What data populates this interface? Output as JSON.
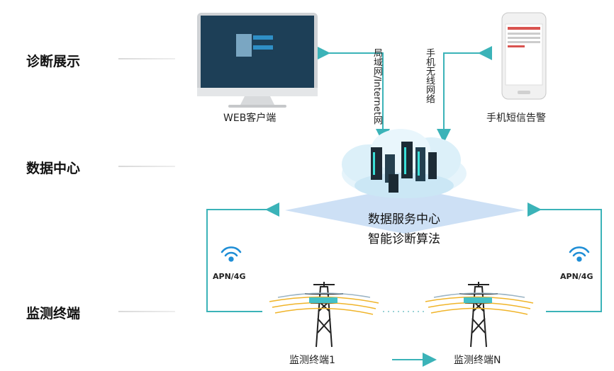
{
  "layers": {
    "display": "诊断展示",
    "datacenter": "数据中心",
    "terminal": "监测终端"
  },
  "nodes": {
    "web_client": "WEB客户端",
    "sms_alarm": "手机短信告警",
    "service_center_line1": "数据服务中心",
    "service_center_line2": "智能诊断算法",
    "terminal_1": "监测终端1",
    "terminal_n": "监测终端N"
  },
  "links": {
    "lan_internet": "局域网/Internet网",
    "mobile_wireless": "手机无线网络",
    "apn_left": "APN/4G",
    "apn_right": "APN/4G"
  },
  "colors": {
    "link": "#3bb3b8",
    "monitor_screen": "#1d3f57",
    "cable": "#f0b429"
  }
}
